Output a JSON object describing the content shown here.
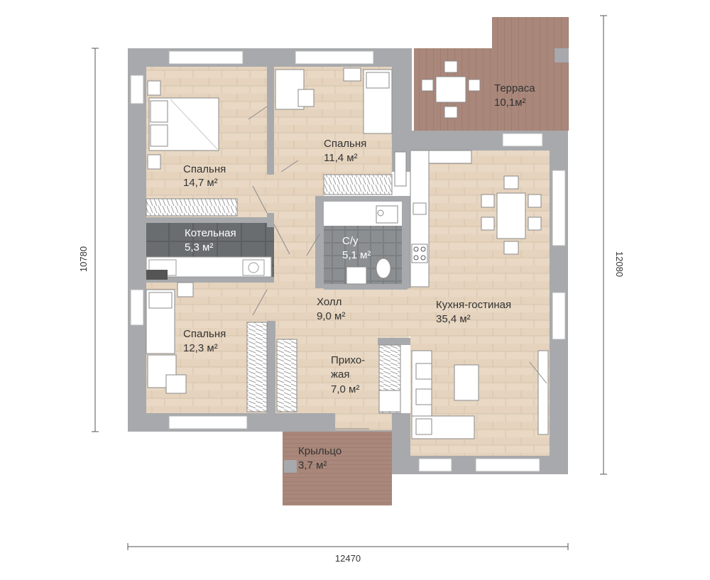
{
  "rooms": {
    "bedroom_nw": {
      "name": "Спальня",
      "area": "14,7 м²"
    },
    "bedroom_n": {
      "name": "Спальня",
      "area": "11,4 м²"
    },
    "terrace": {
      "name": "Терраса",
      "area": "10,1м²"
    },
    "boiler": {
      "name": "Котельная",
      "area": "5,3 м²"
    },
    "bathroom": {
      "name": "С/у",
      "area": "5,1 м²"
    },
    "hall": {
      "name": "Холл",
      "area": "9,0 м²"
    },
    "kitchen": {
      "name": "Кухня-гостиная",
      "area": "35,4 м²"
    },
    "bedroom_sw": {
      "name": "Спальня",
      "area": "12,3 м²"
    },
    "entry": {
      "name_line1": "Прихо-",
      "name_line2": "жая",
      "area": "7,0 м²"
    },
    "porch": {
      "name": "Крыльцо",
      "area": "3,7 м²"
    }
  },
  "dimensions": {
    "left": "10780",
    "right": "12080",
    "bottom": "12470"
  },
  "colors": {
    "wall": "#a7a9ac",
    "wood": "#e8d7c3",
    "deck": "#a9877a",
    "tile": "#6a6d70",
    "bath_tile": "#8c8f92",
    "white": "#ffffff"
  }
}
